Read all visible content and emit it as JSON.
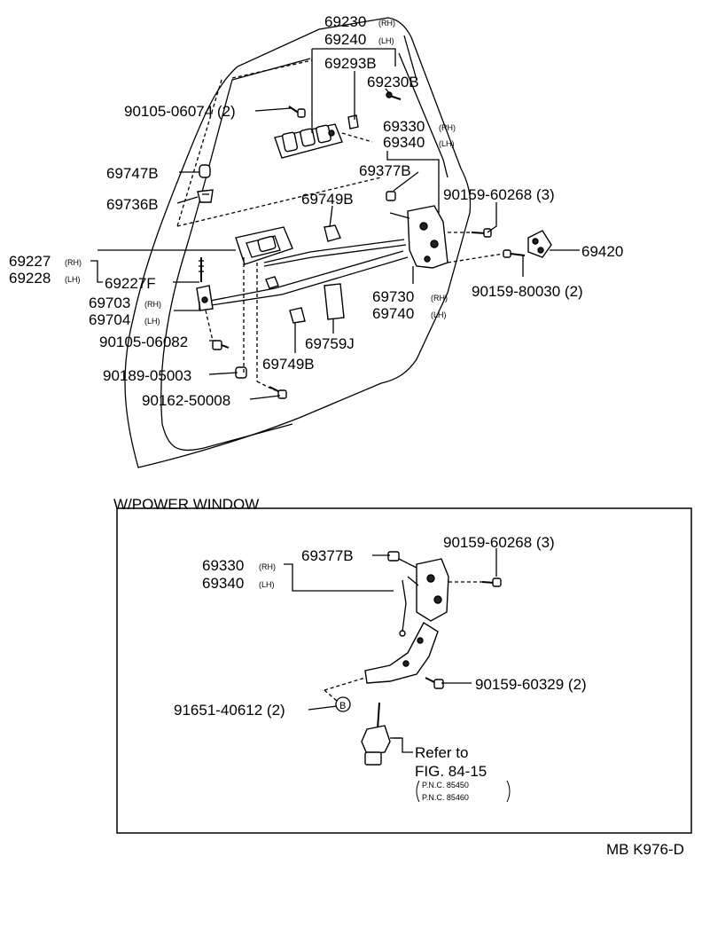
{
  "top": {
    "p69230": "69230",
    "p69230_side": "(RH)",
    "p69240": "69240",
    "p69240_side": "(LH)",
    "p69293B": "69293B",
    "p69230B": "69230B",
    "p90105_06074": "90105-06074 (2)",
    "p69330": "69330",
    "p69330_side": "(RH)",
    "p69340": "69340",
    "p69340_side": "(LH)",
    "p69747B": "69747B",
    "p69377B": "69377B",
    "p69736B": "69736B",
    "p69749B_a": "69749B",
    "p90159_60268": "90159-60268 (3)",
    "p69420": "69420",
    "p69227": "69227",
    "p69227_side": "(RH)",
    "p69228": "69228",
    "p69228_side": "(LH)",
    "p69227F": "69227F",
    "p90159_80030": "90159-80030 (2)",
    "p69703": "69703",
    "p69703_side": "(RH)",
    "p69704": "69704",
    "p69704_side": "(LH)",
    "p69730": "69730",
    "p69730_side": "(RH)",
    "p69740": "69740",
    "p69740_side": "(LH)",
    "p90105_06082": "90105-06082",
    "p69759J": "69759J",
    "p90189_05003": "90189-05003",
    "p69749B_b": "69749B",
    "p90162_50008": "90162-50008"
  },
  "power_window": {
    "title": "W/POWER WINDOW",
    "p69330": "69330",
    "p69330_side": "(RH)",
    "p69340": "69340",
    "p69340_side": "(LH)",
    "p69377B": "69377B",
    "p90159_60268": "90159-60268 (3)",
    "p90159_60329": "90159-60329 (2)",
    "p91651_40612": "91651-40612 (2)",
    "circle_b": "B",
    "refer_to": "Refer to",
    "fig": "FIG. 84-15",
    "pnc1": "P.N.C. 85450",
    "pnc2": "P.N.C. 85460"
  },
  "footer": {
    "code": "MB  K976-D"
  }
}
